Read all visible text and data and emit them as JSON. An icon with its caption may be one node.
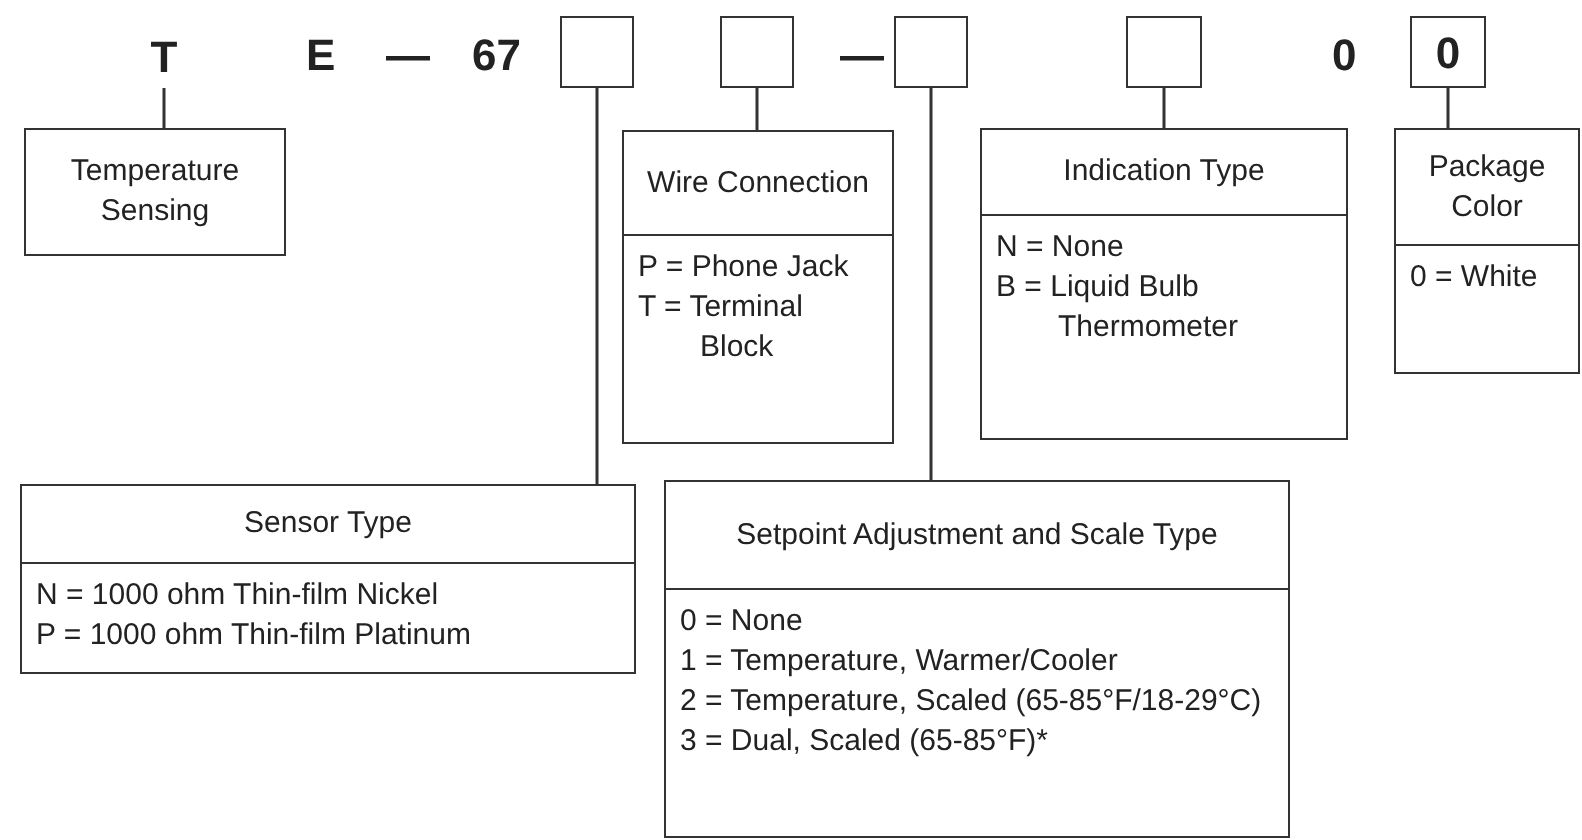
{
  "diagram": {
    "nodes": [
      {
        "text": [
          "T"
        ]
      },
      {
        "text": [],
        "shape": "box"
      },
      {
        "text": [],
        "shape": "box"
      },
      {
        "text": [],
        "shape": "box"
      },
      {
        "text": [],
        "shape": "box"
      },
      {
        "text": [
          "0"
        ]
      },
      {
        "text": [
          "Temperature Sensing"
        ]
      },
      {
        "text": [
          "Wire Connection",
          "P = Phone Jack",
          "T = Terminal Block"
        ]
      },
      {
        "text": [
          "Indication Type",
          "N = None",
          "B = Liquid Bulb Thermometer"
        ]
      },
      {
        "text": [
          "Package Color",
          "0 = White"
        ]
      },
      {
        "text": [
          "Sensor Type",
          "N = 1000 ohm Thin-film Nickel",
          "P = 1000 ohm Thin-film Platinum"
        ]
      },
      {
        "text": [
          "Setpoint Adjustment and Scale Type",
          "0 = None",
          "1 = Temperature, Warmer/Cooler",
          "2 = Temperature, Scaled (65-85°F/18-29°C)",
          "3 = Dual, Scaled (65-85°F)*"
        ]
      }
    ],
    "edges": [
      {
        "from": 0,
        "to": 6,
        "arrow": "none"
      },
      {
        "from": 1,
        "to": 10,
        "arrow": "none"
      },
      {
        "from": 2,
        "to": 7,
        "arrow": "none"
      },
      {
        "from": 3,
        "to": 11,
        "arrow": "none"
      },
      {
        "from": 4,
        "to": 8,
        "arrow": "none"
      },
      {
        "from": 5,
        "to": 9,
        "arrow": "none"
      }
    ],
    "labels": [
      "E",
      "—",
      "67",
      "—",
      "0"
    ]
  }
}
